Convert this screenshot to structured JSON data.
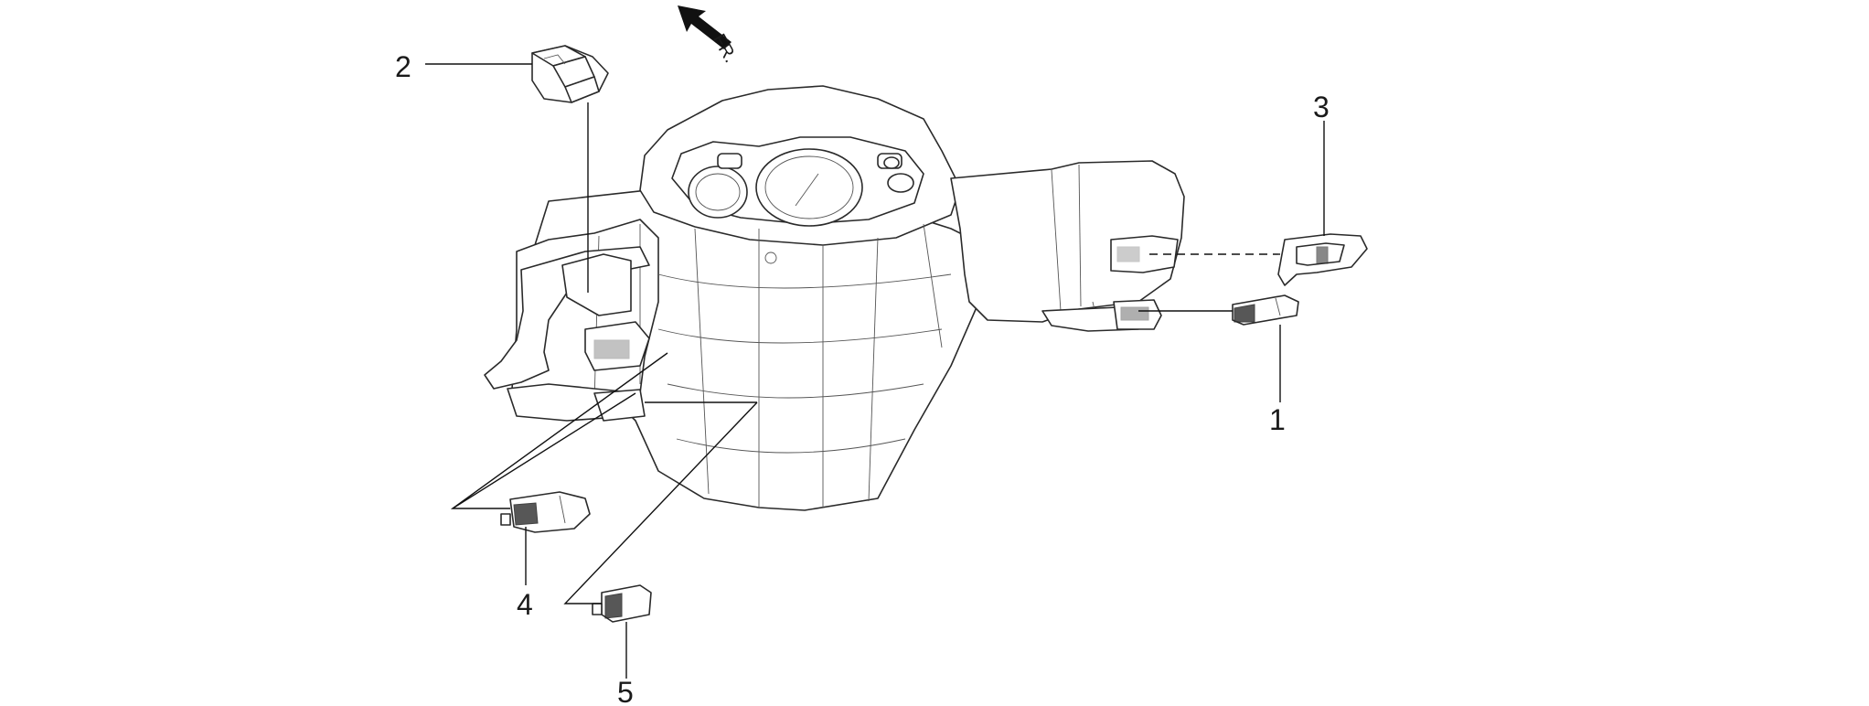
{
  "diagram": {
    "orientation_label": "FR.",
    "callouts": [
      {
        "number": "1",
        "part": "switch-1"
      },
      {
        "number": "2",
        "part": "switch-2"
      },
      {
        "number": "3",
        "part": "switch-3"
      },
      {
        "number": "4",
        "part": "switch-4"
      },
      {
        "number": "5",
        "part": "switch-5"
      }
    ],
    "colors": {
      "line": "#2a2a2a",
      "background": "#ffffff",
      "fill": "#3a3a3a"
    }
  }
}
